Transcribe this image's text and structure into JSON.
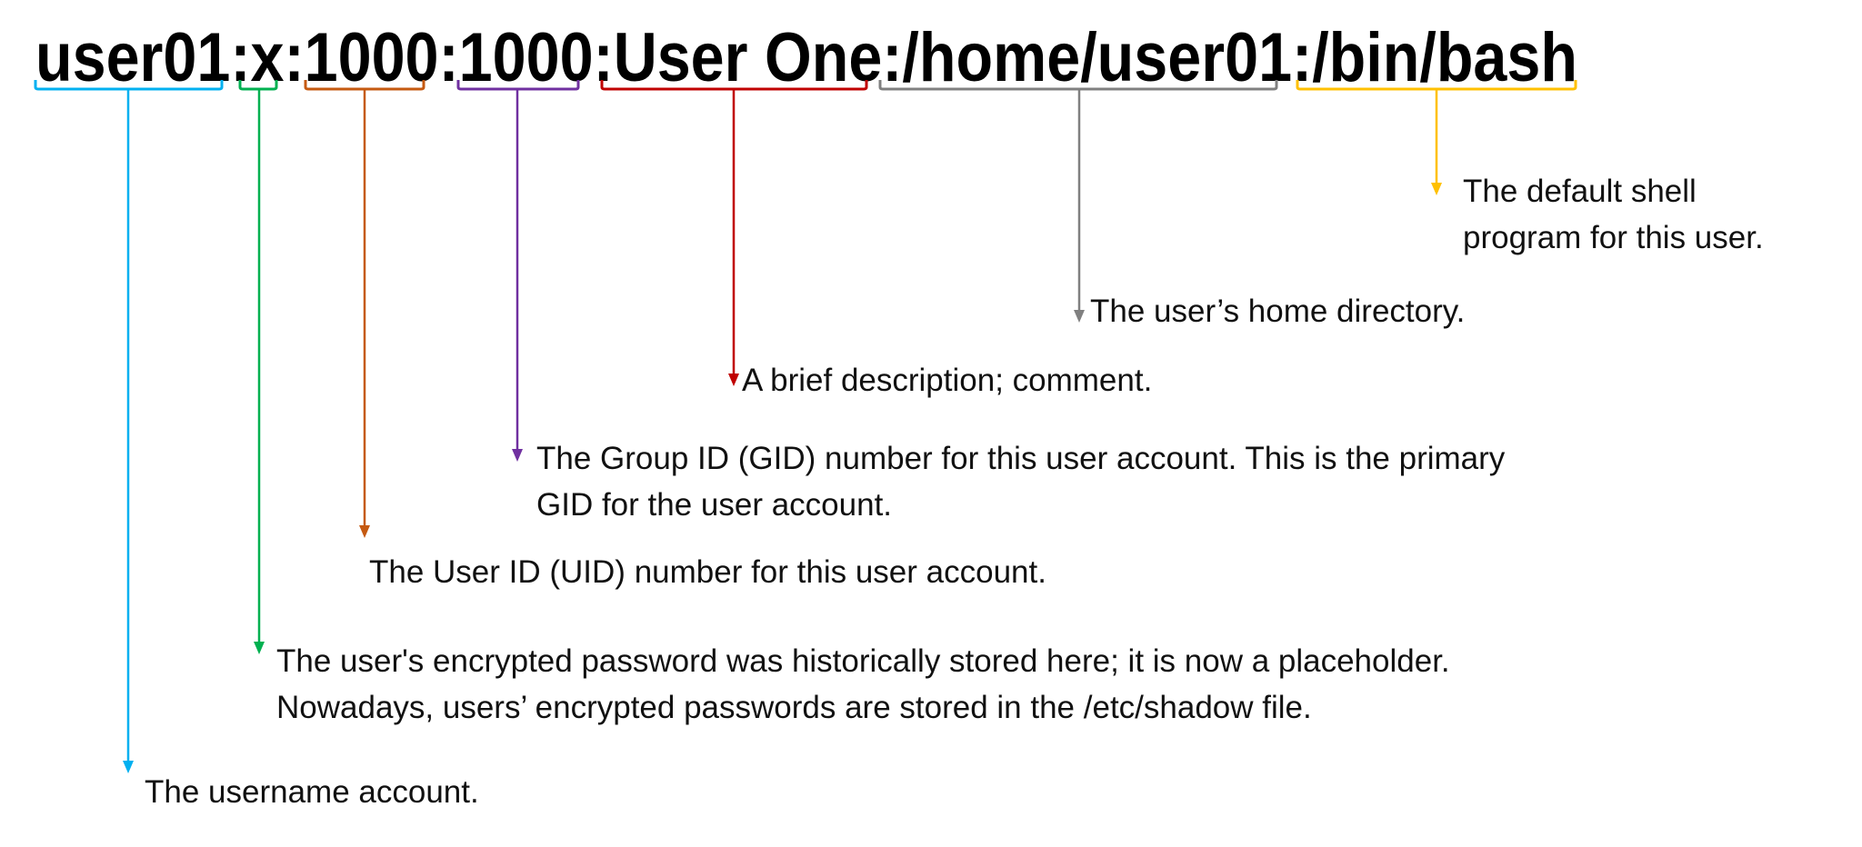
{
  "passwd_line": "user01:x:1000:1000:User One:/home/user01:/bin/bash",
  "fields": [
    {
      "segment": "user01",
      "color": "#00b0f0",
      "lines": [
        "The username account."
      ]
    },
    {
      "segment": "x",
      "color": "#00b050",
      "lines": [
        "The user's encrypted password was historically stored here; it is now a placeholder.",
        "Nowadays, users’ encrypted passwords are stored in the /etc/shadow file."
      ]
    },
    {
      "segment": "1000",
      "color": "#c55a11",
      "lines": [
        "The User ID (UID) number for this user account."
      ]
    },
    {
      "segment": "1000",
      "color": "#7030a0",
      "lines": [
        "The Group ID (GID) number for this user account. This is the primary",
        "GID for the user account."
      ]
    },
    {
      "segment": "User One",
      "color": "#c00000",
      "lines": [
        "A brief description; comment."
      ]
    },
    {
      "segment": "/home/user01",
      "color": "#808080",
      "lines": [
        "The user’s home directory."
      ]
    },
    {
      "segment": "/bin/bash",
      "color": "#ffc000",
      "lines": [
        "The default shell",
        "program for this user."
      ]
    }
  ]
}
